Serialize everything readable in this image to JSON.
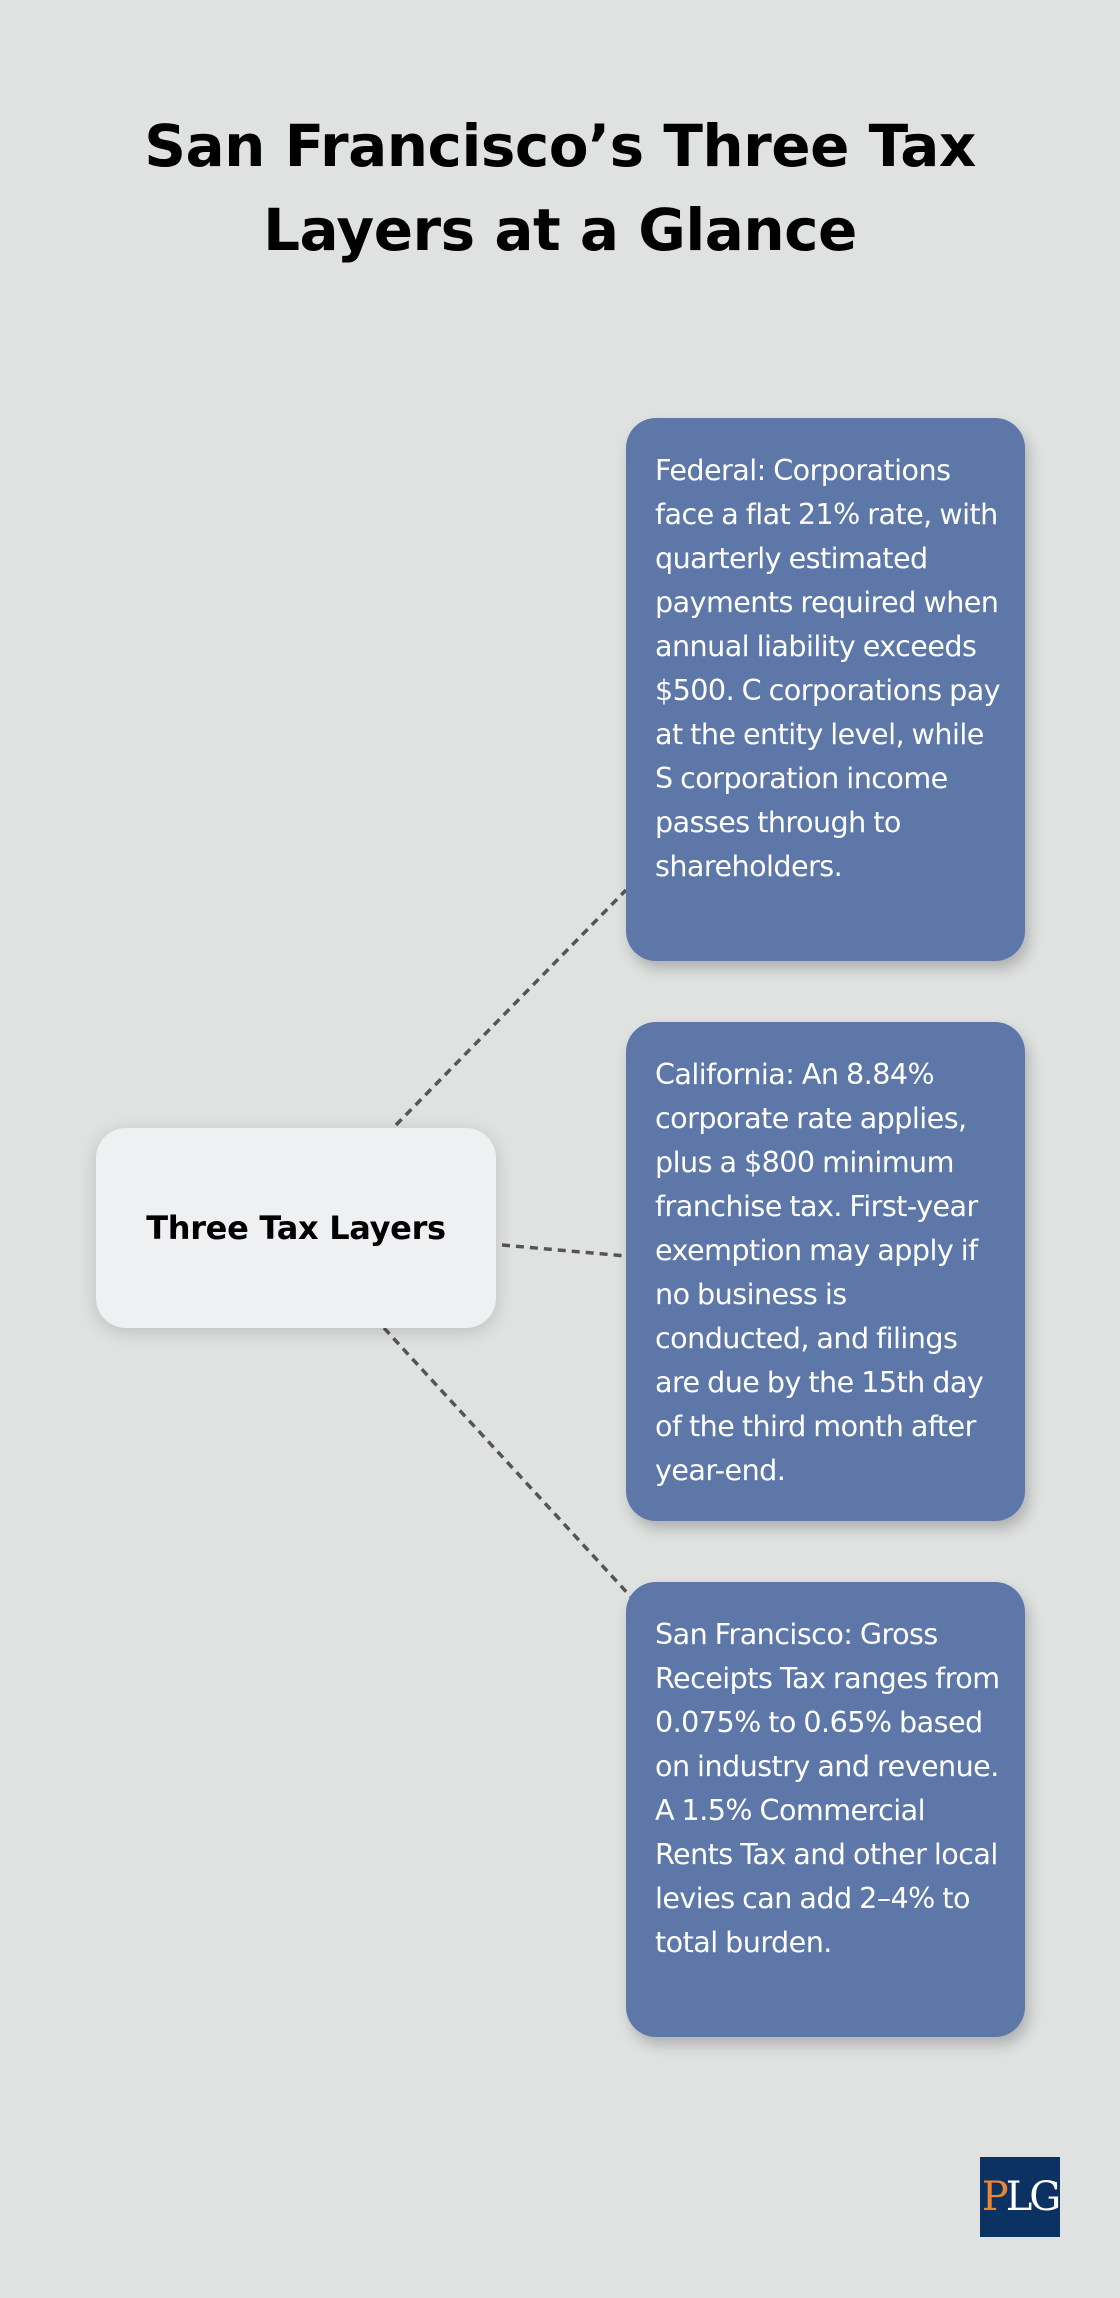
{
  "title": "San Francisco’s Three Tax Layers at a Glance",
  "center_node": {
    "label": "Three Tax Layers"
  },
  "nodes": [
    {
      "id": "federal",
      "text": "Federal: Corporations face a flat 21% rate, with quarterly estimated payments required when annual liability exceeds $500. C corporations pay at the entity level, while S corporation income passes through to shareholders."
    },
    {
      "id": "california",
      "text": "California: An 8.84% corporate rate applies, plus a $800 minimum franchise tax. First-year exemption may apply if no business is conducted, and filings are due by the 15th day of the third month after year-end."
    },
    {
      "id": "san-francisco",
      "text": "San Francisco: Gross Receipts Tax ranges from 0.075% to 0.65% based on industry and revenue. A 1.5% Commercial Rents Tax and other local levies can add 2–4% to total burden."
    }
  ],
  "logo": {
    "p": "P",
    "l": "L",
    "g": "G"
  },
  "colors": {
    "background": "#e0e2e1",
    "card": "#5d77a8",
    "center": "#eff0f2",
    "connector": "#555555",
    "logo_bg": "#0c3263",
    "logo_accent": "#f0862a"
  }
}
